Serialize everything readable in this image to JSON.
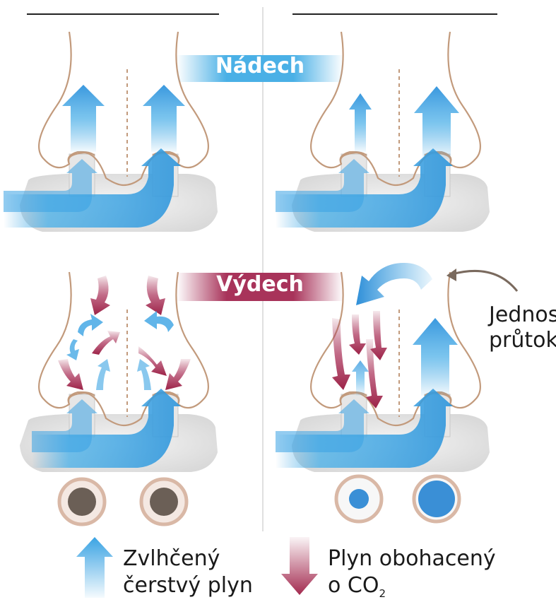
{
  "labels": {
    "inhale": "Nádech",
    "exhale": "Výdech"
  },
  "side_annotation": {
    "line1": "Jednos",
    "line2": "průtok"
  },
  "legend": {
    "fresh_line1": "Zvlhčený",
    "fresh_line2": "čerstvý plyn",
    "co2_line1": "Plyn obohacený",
    "co2_prefix": "o CO",
    "co2_subscript": "2"
  },
  "colors": {
    "fresh": "#3aa3e3",
    "co2": "#a32a4f",
    "nose_outline": "#c29a7c",
    "inhale_band": "#4ab0e6",
    "exhale_band": "#a8335a",
    "nostril_dark": "#6b5f56",
    "nostril_blue": "#3a8fd6"
  }
}
